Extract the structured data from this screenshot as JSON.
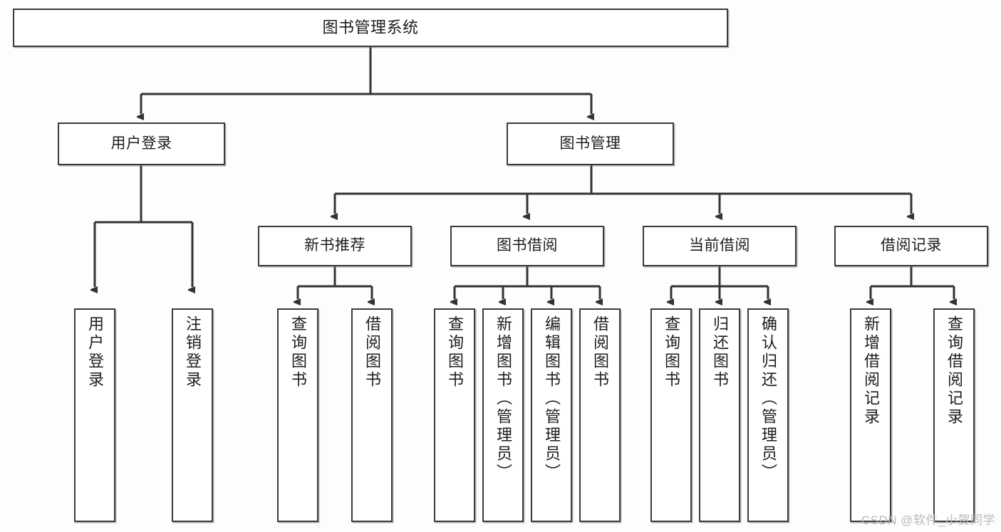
{
  "diagram": {
    "title": "图书管理系统",
    "type": "tree",
    "watermark": "CSDN @软件_小贺同学",
    "colors": {
      "background": "#fdfdfd",
      "box_fill": "#ffffff",
      "box_border": "#3b3b3b",
      "connector": "#333333",
      "text": "#1d1d1d",
      "watermark": "#b9b9b9"
    },
    "root": {
      "label": "图书管理系统"
    },
    "level2": [
      {
        "label": "用户登录"
      },
      {
        "label": "图书管理"
      }
    ],
    "level3": [
      {
        "label": "新书推荐"
      },
      {
        "label": "图书借阅"
      },
      {
        "label": "当前借阅"
      },
      {
        "label": "借阅记录"
      }
    ],
    "leaves": {
      "user_login": [
        {
          "label": "用户登录"
        },
        {
          "label": "注销登录"
        }
      ],
      "new_book_recommend": [
        {
          "label": "查询图书"
        },
        {
          "label": "借阅图书"
        }
      ],
      "book_borrow": [
        {
          "label": "查询图书"
        },
        {
          "label": "新增图书（管理员）"
        },
        {
          "label": "编辑图书（管理员）"
        },
        {
          "label": "借阅图书"
        }
      ],
      "current_borrow": [
        {
          "label": "查询图书"
        },
        {
          "label": "归还图书"
        },
        {
          "label": "确认归还（管理员）"
        }
      ],
      "borrow_record": [
        {
          "label": "新增借阅记录"
        },
        {
          "label": "查询借阅记录"
        }
      ]
    }
  }
}
